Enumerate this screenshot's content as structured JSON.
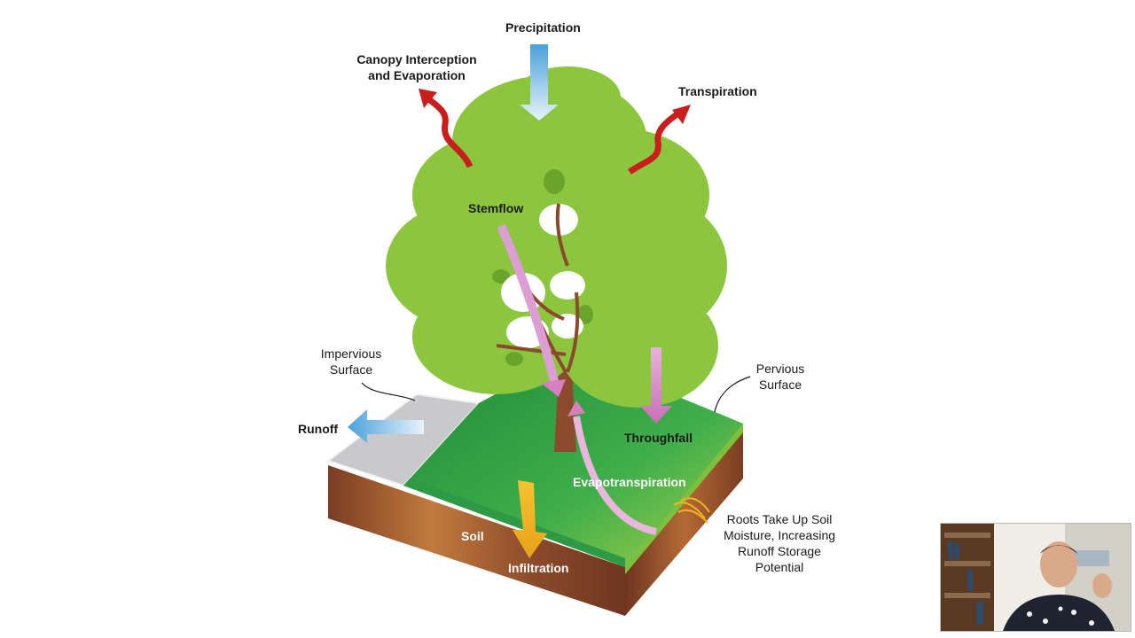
{
  "diagram": {
    "labels": {
      "precipitation": "Precipitation",
      "canopy_line1": "Canopy Interception",
      "canopy_line2": "and Evaporation",
      "transpiration": "Transpiration",
      "stemflow": "Stemflow",
      "impervious_line1": "Impervious",
      "impervious_line2": "Surface",
      "pervious_line1": "Pervious",
      "pervious_line2": "Surface",
      "runoff": "Runoff",
      "throughfall": "Throughfall",
      "evapotranspiration": "Evapotranspiration",
      "soil": "Soil",
      "infiltration": "Infiltration",
      "roots_line1": "Roots Take Up Soil",
      "roots_line2": "Moisture, Increasing",
      "roots_line3": "Runoff Storage",
      "roots_line4": "Potential"
    },
    "colors": {
      "canopy": "#8cc63f",
      "canopy_dark": "#6aa52b",
      "trunk": "#8b4a2b",
      "soil": "#8a4a2a",
      "soil_light": "#c07a3e",
      "grass": "#3aa54a",
      "pavement": "#c9c9cc",
      "arrow_blue": "#5aa7dc",
      "arrow_red": "#c81e1e",
      "arrow_pink": "#d77fc0",
      "arrow_yellow": "#f2b51d"
    }
  },
  "webcam": {
    "icon": "presenter-video-feed"
  }
}
